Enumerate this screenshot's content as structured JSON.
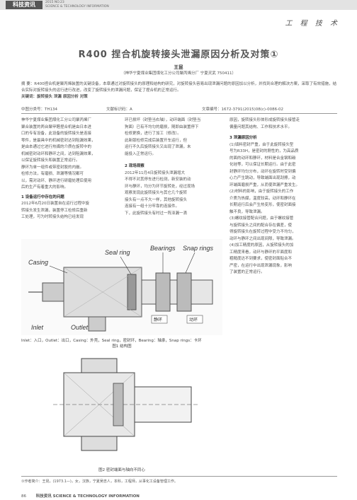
{
  "header": {
    "badge": "科技资讯",
    "badge_en1": "2015 NO.23",
    "badge_en2": "SCIENCE & TECHNOLOGY INFORMATION",
    "section": "工 程 技 术"
  },
  "title": "R400 捏合机旋转接头泄漏原因分析及对策①",
  "author": "王昆",
  "affiliation": "（神华宁夏煤业集团煤化工分公司聚丙烯分厂  宁夏灵武  750411）",
  "abstract": "摘  要：R400捏合机是聚丙烯装置的关键设备，本章通过对旋转接头的原理和结构的研究，对旋转接头容易出现泄漏问题的原因加以分析，并找到合理的解决方案，采取了有效措施，结合实际对旋转接头的运行进行改进，改变了旋转接头的泄漏问题，保证了捏合机的正常运行。",
  "keywords": "关键词：旋转接头  泄漏  原因分析  对策",
  "meta": {
    "clc": "中图分类号：TH134",
    "doc_code": "文献标识码：A",
    "article_no": "文章编号：1672-3791(2015)08(c)-0086-02"
  },
  "left_col": [
    "神华宁夏煤业集团煤化工分公司聚丙烯厂",
    "聚合装置的两台聚甲醛捏合机是由日本进",
    "口的专有设备，此设备的旋转接头是连接",
    "零件，是最具中的机械密封达到阻漏效果，",
    "是由本通过它进行热媒的介质在旋转中的",
    "机械密封动环和静环之间，达到阻漏效果，",
    "以保证旋转接头和装置正常运行。",
    "静环为单一组件或带密封胶的内嵌。",
    "检修方法，有磨损、泄漏等情况都可",
    "以，需对动环、静环进行研磨处理后使用",
    "后的生产有着重大的影响。"
  ],
  "section1_heading": "1  设备运行中存在的问题",
  "section1": [
    "2012年6月20日装置自在运行过程中旋",
    "转接头发生泄漏，装置停工检修后重新",
    "工处理，可为时转接头结构已经发现"
  ],
  "mid_col": [
    "环已损坏（封垫当右轴），动环端面（封垫当",
    "狗面）已有不均匀的磨损，随即由装置停下",
    "检修更换，进行了加工（修改）。",
    "此新版检修完成后装置开车运行，但",
    "运行不久后旋转接头又出现了泄漏，未",
    "能投入正常运行。"
  ],
  "section2_heading": "2  现场观察",
  "section2": [
    "2012年11月4日旋转接头泄漏增大",
    "不得不对其停车进行检测，新安装的动",
    "环与静环，均分为环节旋转处，经过现场",
    "观察发现此旋转接头与其它几个旋转",
    "接头有一点不大一样，其他旋转接头",
    "连接有一组十分牢靠的连接件。",
    "下，此旋转接头有时过一阵泽漏一滴"
  ],
  "right_col": [
    "原因，旋转接头形体形成旋转接头接管走",
    "偏量问题其结构、工作和技术水平。"
  ],
  "section3_heading": "3  泄漏原因分析",
  "section3": [
    "(1)填料密封严重，由于此旋转接头型",
    "号为R33H，是密封的刚性的，为高品质",
    "的面的动环和静环，材料是合金钢和碳",
    "化硅等，可以保证长期运行。由于此密",
    "封静环均匀分布，动环在旋转时受到偏",
    "心力产生跳动，导致端面出现刮擦，动",
    "环端面磨损严重，从而使泄漏严重发生。",
    "(2)材料的影响，由于旋转接头的工作",
    "介质为热媒，温度较高，动环和静环在",
    "长期运行后会产生热变形，使密封面接",
    "触不良，导致泄漏。",
    "(3)螺纹接管配合问题，由于螺纹接管",
    "与旋转接头之间的配合存在偏差，使",
    "得旋转接头在旋转过程中受力不均匀，",
    "动环与静环之间出现间隙，导致泄漏。",
    "(4)加工精度的原因，从旋转接头的加",
    "工精度来看，动环与静环的平面度和",
    "粗糙度达不到要求，使密封面贴合不",
    "严密，在运行中出现泄漏现象，影响",
    "了装置的正常运行。"
  ],
  "fig1": {
    "caption": "Inlet：入口，Outlet：出口，Casing：外壳，Seal ring，密封环，Bearing：轴承，Snap rings：卡环",
    "caption2": "图1  结构图",
    "labels": {
      "seal_ring": "Seal ring",
      "casing": "Casing",
      "bearings": "Bearings",
      "snap_rings": "Snap rings",
      "inlet": "Inlet",
      "outlet": "Outlet",
      "static_ring": "静环",
      "moving_ring": "动环"
    }
  },
  "fig2": {
    "caption": "图2  密封端面与轴向不同心"
  },
  "footnote": "①作者简介：王昆，(1973.1—)，女，汉族，宁夏吴忠人，本科，工程师，从事化工设备管理工作。",
  "footer": {
    "page": "86",
    "journal": "科技资讯 SCIENCE & TECHNOLOGY INFORMATION"
  }
}
